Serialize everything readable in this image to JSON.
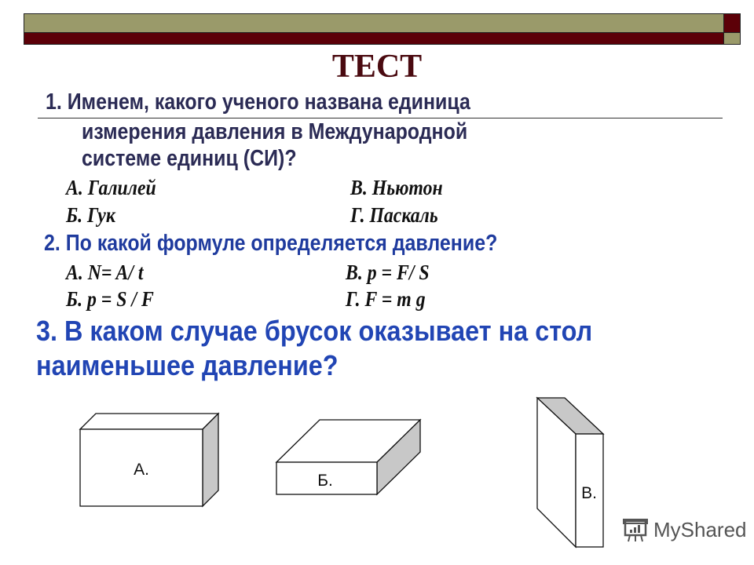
{
  "header": {
    "title": "ТЕСТ"
  },
  "question1": {
    "lines": [
      "1. Именем, какого ученого названа единица",
      "измерения давления в  Международной",
      "системе единиц (СИ)?"
    ],
    "answers": {
      "a": "А. Галилей",
      "b": "Б. Гук",
      "v": "В. Ньютон",
      "g": "Г. Паскаль"
    }
  },
  "question2": {
    "text": "2. По какой формуле определяется давление?",
    "answers": {
      "a": "А. N= A/ t",
      "b": "Б. p = S / F",
      "v": "В.  p = F/ S",
      "g": "Г.  F = m g"
    }
  },
  "question3": {
    "lines": [
      "3. В каком случае брусок оказывает на стол",
      "наименьшее давление?"
    ]
  },
  "figures": {
    "box_a": "А.",
    "box_b": "Б.",
    "box_v": "В."
  },
  "watermark": {
    "text": "MyShared",
    "icon": "presentation-board-icon"
  },
  "colors": {
    "olive": "#9a9a6a",
    "maroon": "#5c0008",
    "title": "#4a0a10",
    "blue": "#1f3b9e"
  }
}
